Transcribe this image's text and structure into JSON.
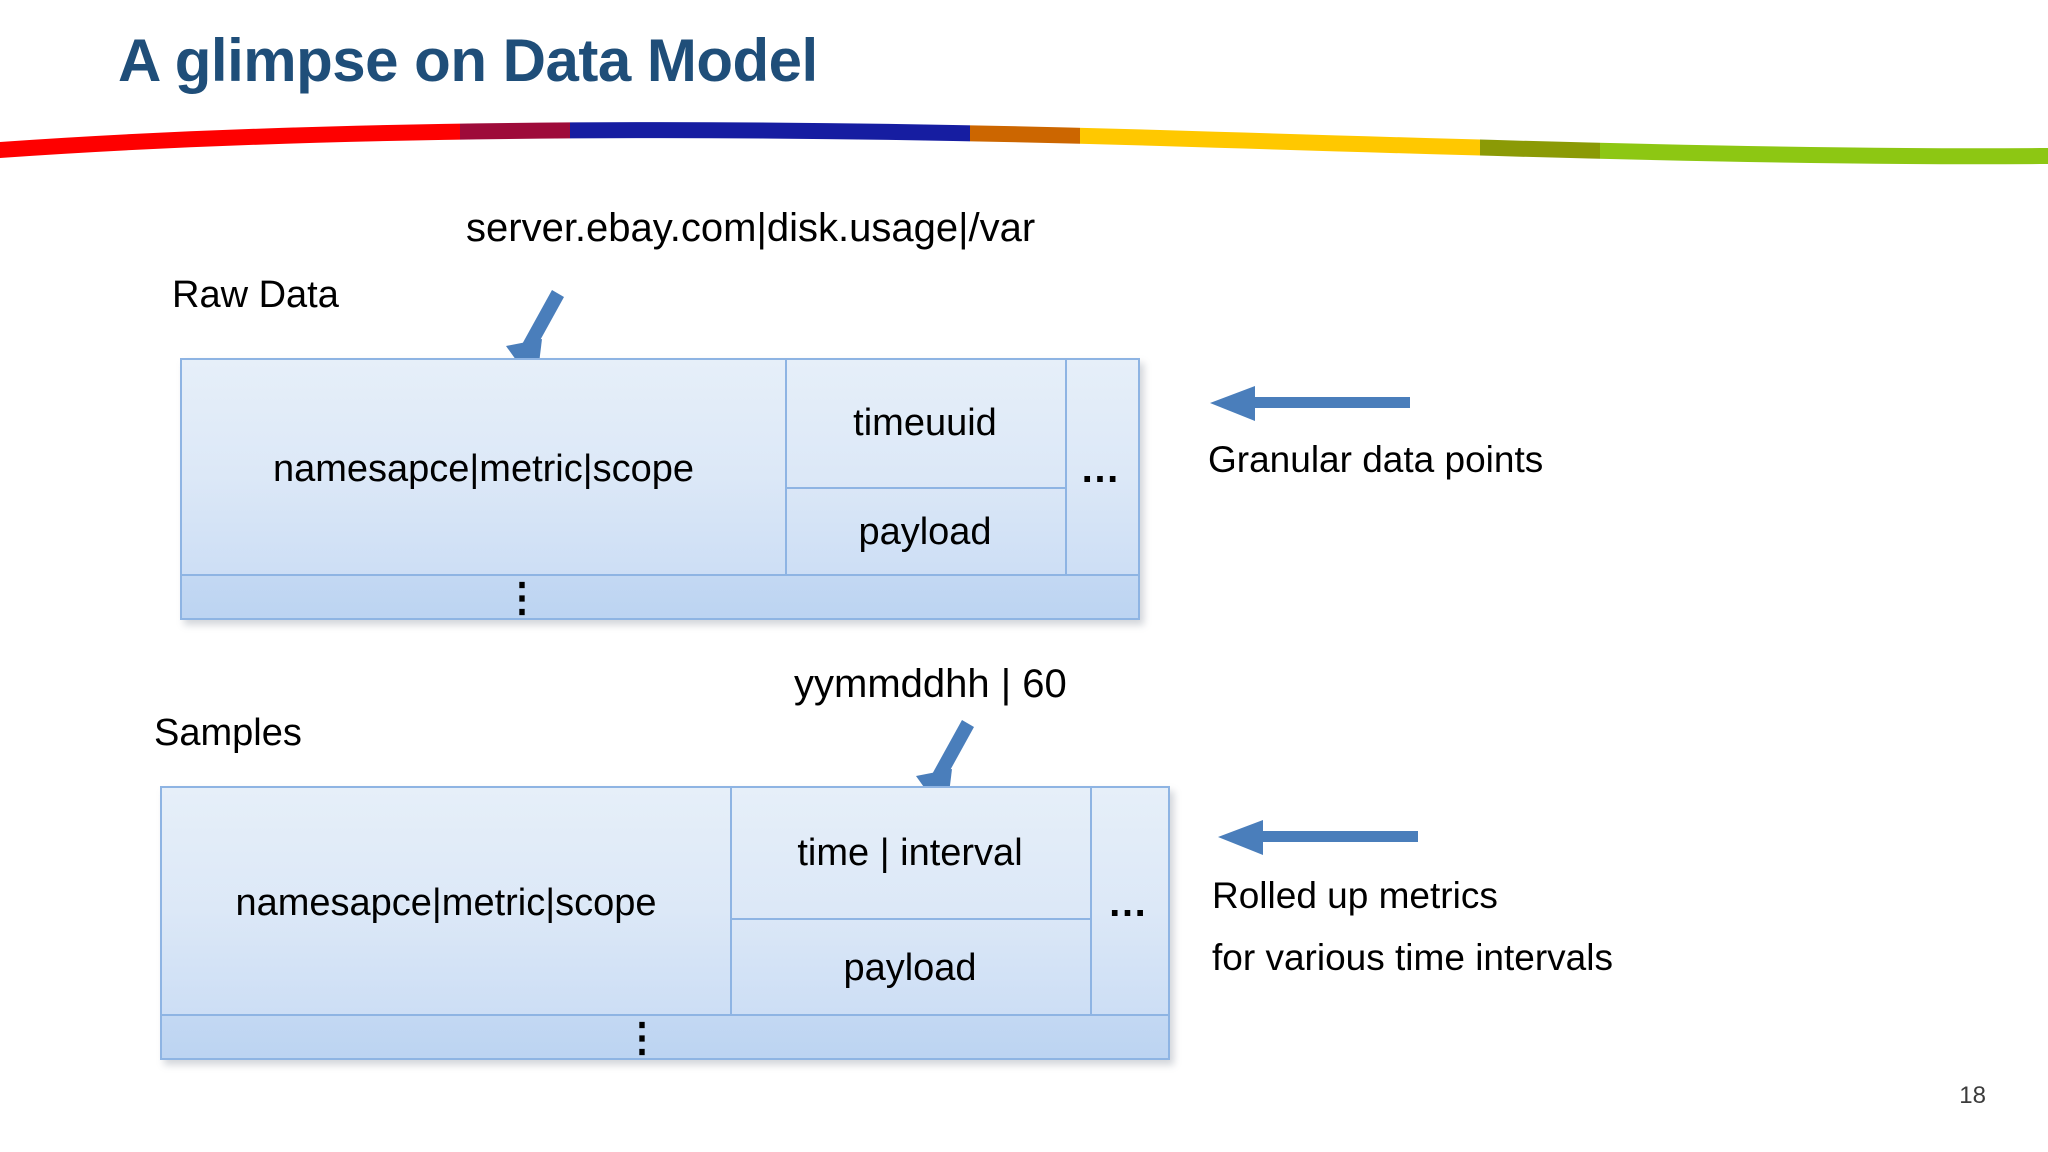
{
  "slide": {
    "title": "A glimpse on Data Model",
    "page_number": "18"
  },
  "ribbon": {
    "segments": [
      {
        "name": "red",
        "color": "#FE0000"
      },
      {
        "name": "dark-red",
        "color": "#9E0B3A"
      },
      {
        "name": "blue",
        "color": "#161DA1"
      },
      {
        "name": "orange",
        "color": "#CC6600"
      },
      {
        "name": "yellow",
        "color": "#FFC800"
      },
      {
        "name": "olive",
        "color": "#8B9A06"
      },
      {
        "name": "green",
        "color": "#8DC713"
      }
    ]
  },
  "raw_data": {
    "section_label": "Raw Data",
    "callout": "server.ebay.com|disk.usage|/var",
    "cells": {
      "key": "namesapce|metric|scope",
      "column": "timeuuid",
      "value": "payload",
      "more": "…",
      "rows_ellipsis": "⋮"
    }
  },
  "samples": {
    "section_label": "Samples",
    "callout": "yymmddhh | 60",
    "cells": {
      "key": "namesapce|metric|scope",
      "column": "time | interval",
      "value": "payload",
      "more": "…",
      "rows_ellipsis": "⋮"
    }
  },
  "annotations": {
    "granular": "Granular data points",
    "rolled_up_line1": "Rolled up metrics",
    "rolled_up_line2": "for various time intervals"
  },
  "colors": {
    "title": "#1F4E79",
    "arrow": "#4A7EBB",
    "table_border": "#8EB4E3",
    "table_fill_top": "#E6EFF9",
    "table_fill_bottom": "#C6DAF4"
  }
}
